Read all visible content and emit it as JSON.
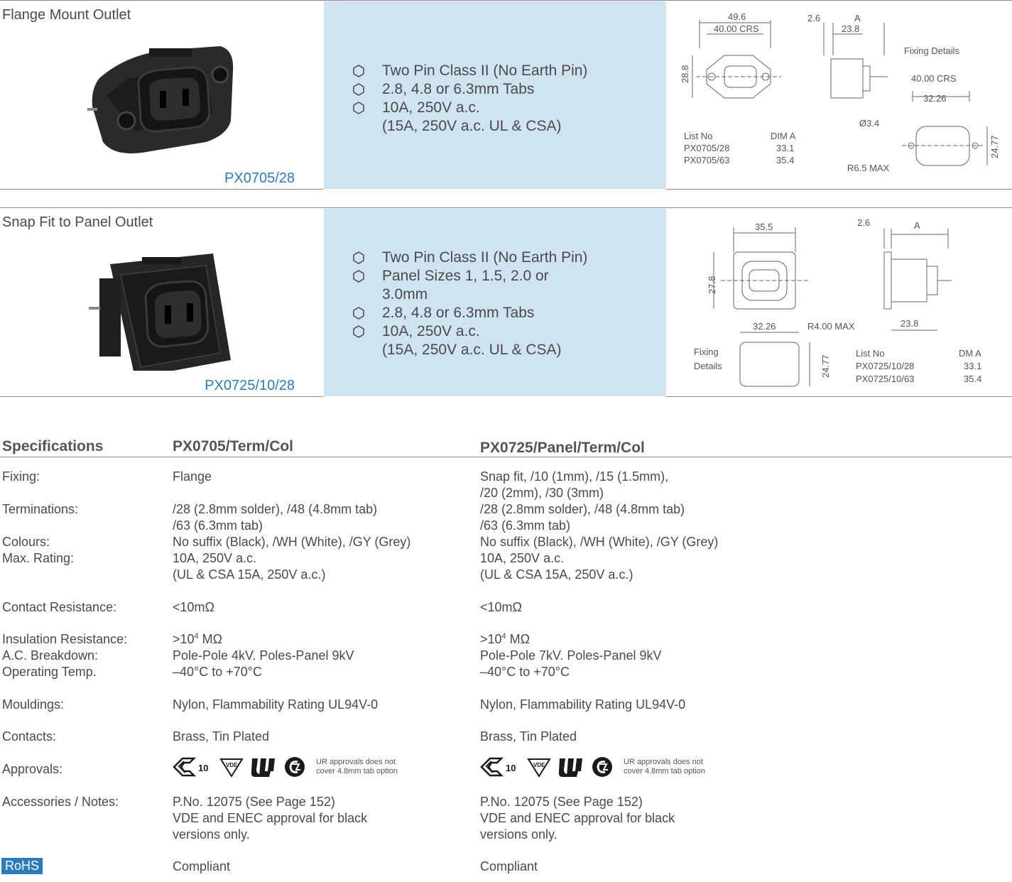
{
  "products": [
    {
      "title": "Flange Mount Outlet",
      "part_no": "PX0705/28",
      "features": [
        {
          "text": "Two Pin Class II (No Earth Pin)",
          "sub": ""
        },
        {
          "text": "2.8, 4.8 or 6.3mm Tabs",
          "sub": ""
        },
        {
          "text": "10A, 250V a.c.",
          "sub": "(15A, 250V a.c. UL & CSA)"
        }
      ],
      "drawing": {
        "dims": [
          "49.6",
          "40.00 CRS",
          "28.8",
          "2.6",
          "A",
          "23.8",
          "Fixing Details",
          "40.00 CRS",
          "32.26",
          "Ø3.4",
          "24.77",
          "R6.5 MAX"
        ],
        "list_header": [
          "List No",
          "DIM A"
        ],
        "list_rows": [
          [
            "PX0705/28",
            "33.1"
          ],
          [
            "PX0705/63",
            "35.4"
          ]
        ]
      }
    },
    {
      "title": "Snap Fit to Panel Outlet",
      "part_no": "PX0725/10/28",
      "features": [
        {
          "text": "Two Pin Class II (No Earth Pin)",
          "sub": ""
        },
        {
          "text": "Panel Sizes 1, 1.5, 2.0 or",
          "sub": "3.0mm"
        },
        {
          "text": "2.8, 4.8 or 6.3mm Tabs",
          "sub": ""
        },
        {
          "text": "10A, 250V a.c.",
          "sub": "(15A, 250V a.c. UL & CSA)"
        }
      ],
      "drawing": {
        "dims": [
          "35.5",
          "27.8",
          "2.6",
          "A",
          "32.26",
          "R4.00 MAX",
          "23.8",
          "Fixing",
          "Details",
          "24.77"
        ],
        "list_header": [
          "List No",
          "DM A"
        ],
        "list_rows": [
          [
            "PX0725/10/28",
            "33.1"
          ],
          [
            "PX0725/10/63",
            "35.4"
          ]
        ]
      }
    }
  ],
  "specs": {
    "heading": "Specifications",
    "col1_heading": "PX0705/Term/Col",
    "col2_heading": "PX0725/Panel/Term/Col",
    "rows": [
      {
        "label": "Fixing:",
        "c1": [
          "Flange"
        ],
        "c2": [
          "Snap fit, /10 (1mm), /15 (1.5mm),",
          "/20 (2mm), /30 (3mm)"
        ]
      },
      {
        "label": "Terminations:",
        "c1": [
          "/28 (2.8mm solder), /48 (4.8mm tab)",
          "/63 (6.3mm tab)"
        ],
        "c2": [
          "/28 (2.8mm solder), /48 (4.8mm tab)",
          "/63 (6.3mm tab)"
        ]
      },
      {
        "label": "Colours:",
        "c1": [
          "No suffix (Black), /WH (White), /GY (Grey)"
        ],
        "c2": [
          "No suffix (Black), /WH (White), /GY (Grey)"
        ]
      },
      {
        "label": "Max. Rating:",
        "c1": [
          "10A, 250V a.c.",
          "(UL & CSA 15A, 250V a.c.)"
        ],
        "c2": [
          "10A, 250V a.c.",
          "(UL & CSA 15A, 250V a.c.)"
        ]
      },
      {
        "label": "Contact Resistance:",
        "c1": [
          "<10mΩ"
        ],
        "c2": [
          "<10mΩ"
        ]
      },
      {
        "label": "Insulation Resistance:",
        "c1_pre": ">10",
        "c1_sup": "4",
        "c1_post": " MΩ",
        "c2_pre": ">10",
        "c2_sup": "4",
        "c2_post": " MΩ"
      },
      {
        "label": "A.C. Breakdown:",
        "c1": [
          "Pole-Pole 4kV. Poles-Panel 9kV"
        ],
        "c2": [
          "Pole-Pole 7kV. Poles-Panel 9kV"
        ]
      },
      {
        "label": "Operating Temp.",
        "c1": [
          "–40°C to +70°C"
        ],
        "c2": [
          "–40°C to +70°C"
        ]
      },
      {
        "label": "Mouldings:",
        "c1": [
          "Nylon, Flammability Rating UL94V-0"
        ],
        "c2": [
          "Nylon, Flammability Rating UL94V-0"
        ]
      },
      {
        "label": "Contacts:",
        "c1": [
          "Brass, Tin Plated"
        ],
        "c2": [
          "Brass, Tin Plated"
        ]
      },
      {
        "label": "Approvals:",
        "note": [
          "UR approvals does not",
          "cover 4.8mm tab option"
        ],
        "enec": "10",
        "vde": "VDE"
      },
      {
        "label": "Accessories / Notes:",
        "c1": [
          "P.No. 12075 (See Page 152)",
          "VDE and ENEC approval for black",
          "versions only."
        ],
        "c2": [
          "P.No. 12075 (See Page 152)",
          "VDE and ENEC approval for black",
          "versions only."
        ]
      }
    ],
    "rohs_label": "RoHS",
    "rohs_c1": "Compliant",
    "rohs_c2": "Compliant"
  },
  "colors": {
    "accent": "#2b7bbd",
    "panel": "#cfe3f1",
    "text": "#4a4a4a"
  }
}
